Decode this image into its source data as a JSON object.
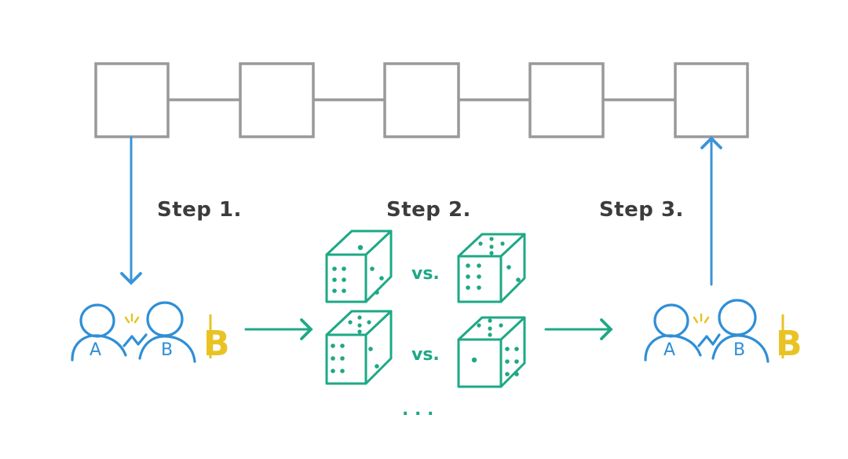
{
  "steps": {
    "step1": "Step 1.",
    "step2": "Step 2.",
    "step3": "Step 3."
  },
  "chain": {
    "block_count": 5
  },
  "parties": {
    "left": {
      "a": "A",
      "b": "B",
      "coin": "B"
    },
    "right": {
      "a": "A",
      "b": "B",
      "coin": "B"
    }
  },
  "dice": {
    "vs_label": "vs.",
    "ellipsis": ". . ."
  },
  "colors": {
    "block": "#999999",
    "arrow_blue": "#3a94d8",
    "arrow_green": "#1ea886",
    "people": "#2f8fd6",
    "coin": "#e9c323",
    "text": "#3a3d3a"
  },
  "icons": [
    "person-icon",
    "handshake-icon",
    "bitcoin-icon",
    "die-icon",
    "arrow-icon"
  ]
}
